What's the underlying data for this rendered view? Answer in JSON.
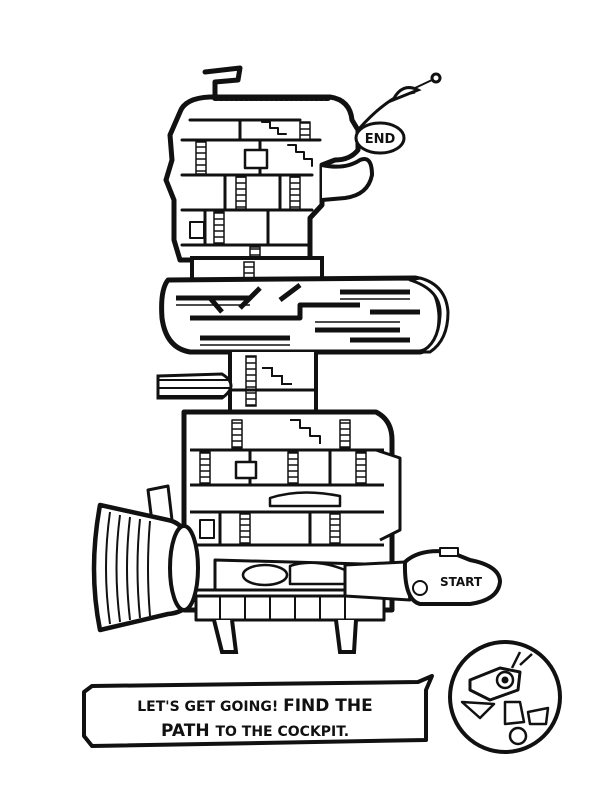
{
  "labels": {
    "end": "END",
    "start": "START"
  },
  "caption": {
    "line1_a": "LET'S GET GOING! ",
    "line1_b": "FIND THE",
    "line2_a": "PATH ",
    "line2_b": "TO THE COCKPIT."
  },
  "colors": {
    "ink": "#111111",
    "paper": "#ffffff"
  },
  "icons": [
    "robot-mascot-icon",
    "antenna-icon",
    "rocket-engine-icon"
  ]
}
